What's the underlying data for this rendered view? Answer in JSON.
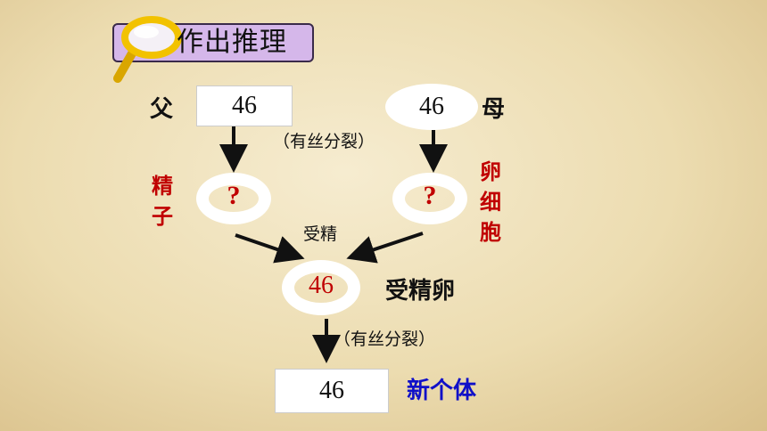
{
  "title": "作出推理",
  "father": {
    "label": "父",
    "value": "46"
  },
  "mother": {
    "label": "母",
    "value": "46"
  },
  "division_top": "（有丝分裂）",
  "sperm": {
    "label_lines": [
      "精",
      "子"
    ],
    "value": "?"
  },
  "egg": {
    "label_lines": [
      "卵",
      "细",
      "胞"
    ],
    "value": "?"
  },
  "fertilization": "受精",
  "zygote": {
    "label": "受精卵",
    "value": "46"
  },
  "division_bottom": "（有丝分裂）",
  "offspring": {
    "label": "新个体",
    "value": "46"
  },
  "colors": {
    "red": "#c00000",
    "blue": "#1010c8",
    "title_bg": "#d5b7ea",
    "lens_yellow": "#f2c200"
  }
}
